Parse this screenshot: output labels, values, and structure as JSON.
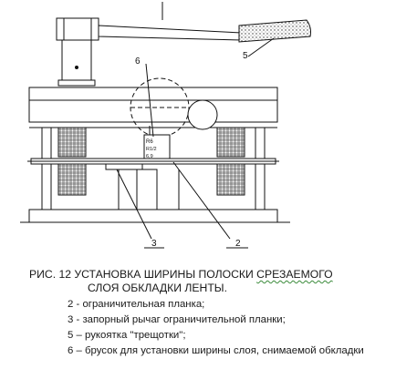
{
  "figure": {
    "caption_prefix": "РИС. 12  УСТАНОВКА ШИРИНЫ ПОЛОСКИ ",
    "caption_underlined": "СРЕЗАЕМОГО",
    "caption_line2": "СЛОЯ ОБКЛАДКИ ЛЕНТЫ.",
    "legend": [
      "2 -  ограничительная планка;",
      "3 - запорный рычаг ограничительной планки;",
      "5 – рукоятка \"трещотки\";",
      "6 – брусок для установки ширины слоя, снимаемой обкладки"
    ]
  },
  "callouts": {
    "c2": "2",
    "c3": "3",
    "c5": "5",
    "c6": "6"
  },
  "scale_marks": {
    "m1": "R6",
    "m2": "R1/2",
    "m3": "6,9"
  }
}
